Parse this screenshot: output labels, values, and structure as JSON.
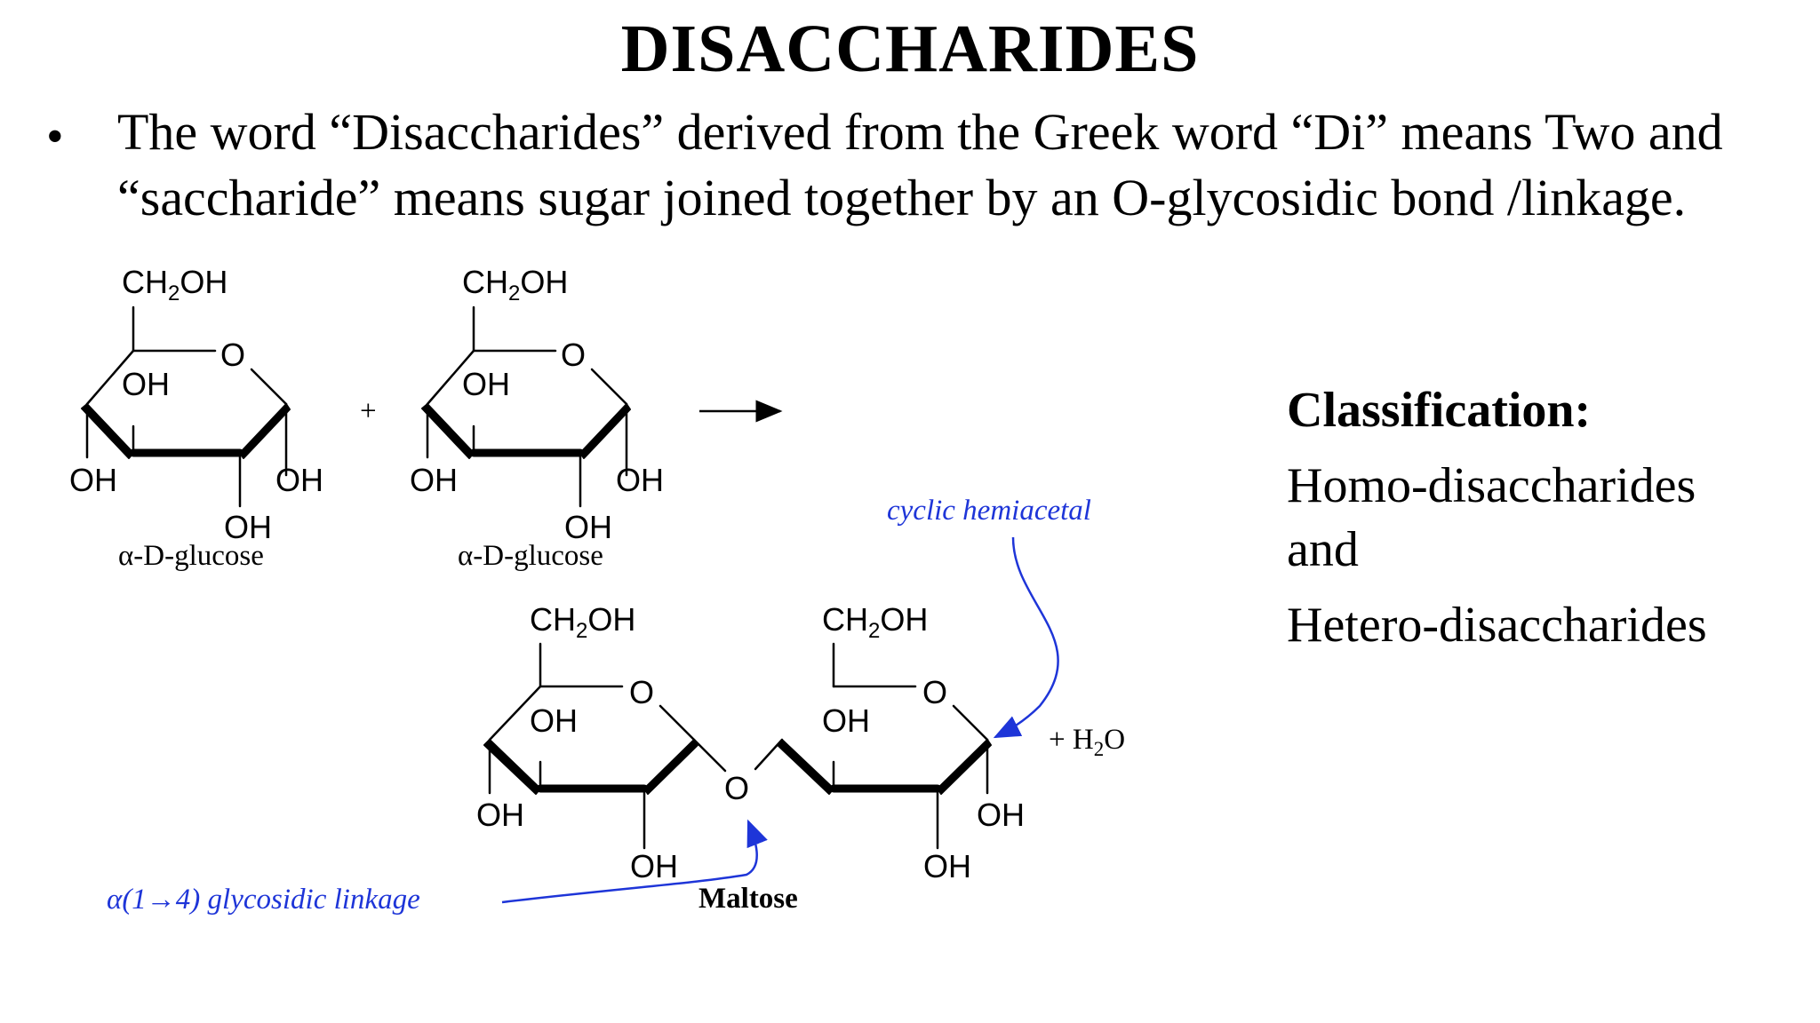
{
  "title": "DISACCHARIDES",
  "bullet": {
    "symbol": "•",
    "text": "The word “Disaccharides” derived from the Greek word “Di” means Two and\n“saccharide” means sugar joined together by an O-glycosidic bond /linkage."
  },
  "classification": {
    "heading": "Classification:",
    "lines": [
      "Homo-disaccharides",
      "and",
      "Hetero-disaccharides"
    ]
  },
  "diagram": {
    "reactant_labels": [
      "α-D-glucose",
      "α-D-glucose"
    ],
    "plus": "+",
    "product_label": "Maltose",
    "h2o_prefix": "+  H",
    "h2o_sub": "2",
    "h2o_suffix": "O",
    "annotation_linkage": "α(1→4) glycosidic linkage",
    "annotation_hemiacetal": "cyclic hemiacetal",
    "ch2": "CH",
    "sub2": "2",
    "oh_suffix": "OH",
    "oh": "OH",
    "ring_o": "O",
    "bridge_o": "O",
    "accent_color": "#1e35d8"
  }
}
